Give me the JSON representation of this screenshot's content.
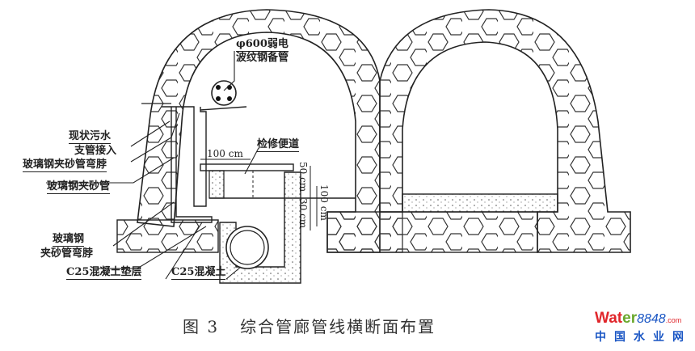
{
  "labels": {
    "weak_current_line1": "φ600弱电",
    "weak_current_line2": "波纹钢备管",
    "sewage_line1": "现状污水",
    "sewage_line2": "支管接入",
    "frp_elbow_upper": "玻璃钢夹砂管弯脖",
    "frp_pipe": "玻璃钢夹砂管",
    "frp_elbow_lower_line1": "玻璃钢",
    "frp_elbow_lower_line2": "夹砂管弯脖",
    "c25_cushion": "C25混凝土垫层",
    "c25_concrete": "C25混凝土",
    "walkway": "检修便道",
    "dim_100": "100 cm",
    "dim_50": "50 cm",
    "dim_30": "30 cm",
    "dim_100_vertical": "100 cm"
  },
  "caption": {
    "figure": "图 3",
    "title": "综合管廊管线横断面布置"
  },
  "watermark": {
    "water": "Wat",
    "er": "er",
    "num": "8848",
    "com": ".com",
    "cn": "中国水业网"
  },
  "colors": {
    "line": "#222222",
    "wm_red": "#e0262b",
    "wm_green": "#6aa82c",
    "wm_blue": "#1a56c4"
  }
}
